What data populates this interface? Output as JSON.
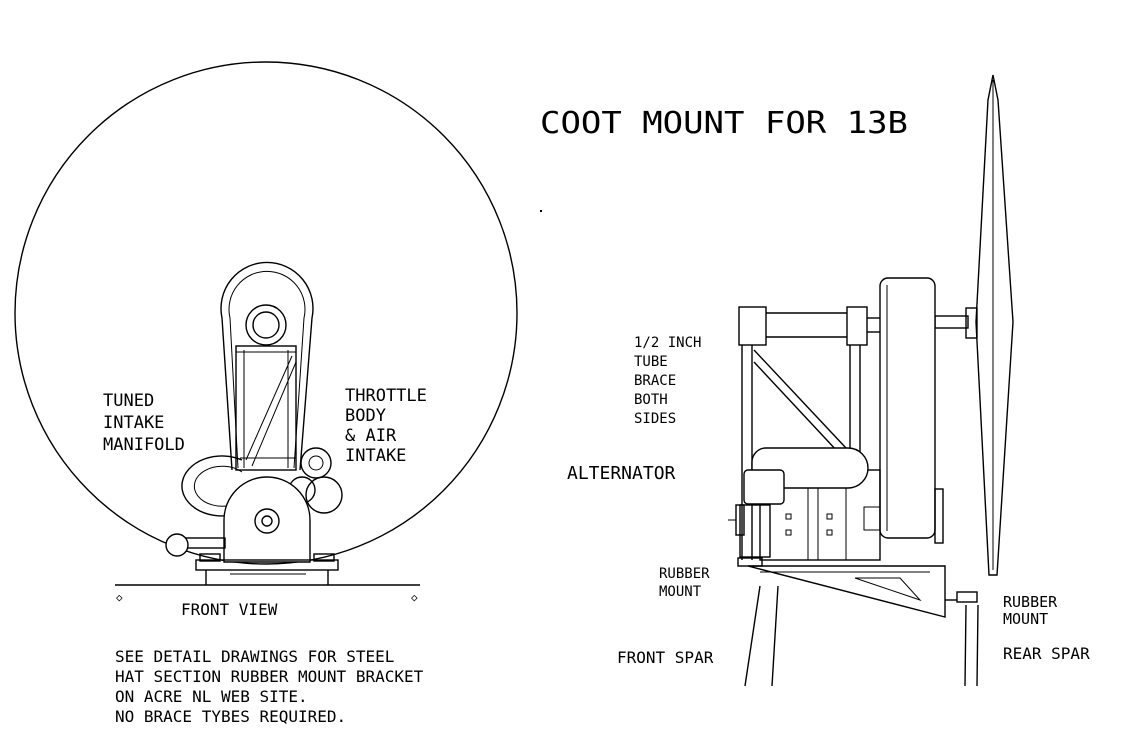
{
  "title": "COOT MOUNT FOR 13B",
  "front_view": {
    "caption": "FRONT VIEW",
    "labels": {
      "tuned_intake": [
        "TUNED",
        "INTAKE",
        "MANIFOLD"
      ],
      "throttle_body": [
        "THROTTLE",
        "BODY",
        "& AIR",
        "INTAKE"
      ]
    }
  },
  "side_view": {
    "labels": {
      "tube_brace": [
        "1/2 INCH",
        "TUBE",
        "BRACE",
        "BOTH",
        "SIDES"
      ],
      "alternator": "ALTERNATOR",
      "front_rubber_mount": [
        "RUBBER",
        "MOUNT"
      ],
      "rear_rubber_mount": [
        "RUBBER",
        "MOUNT"
      ],
      "front_spar": "FRONT SPAR",
      "rear_spar": "REAR SPAR"
    }
  },
  "note": [
    "SEE DETAIL DRAWINGS FOR STEEL",
    "HAT SECTION RUBBER MOUNT BRACKET",
    "ON ACRE NL WEB SITE.",
    "NO BRACE TYBES REQUIRED."
  ],
  "colors": {
    "line": "#000000",
    "background": "#ffffff"
  }
}
